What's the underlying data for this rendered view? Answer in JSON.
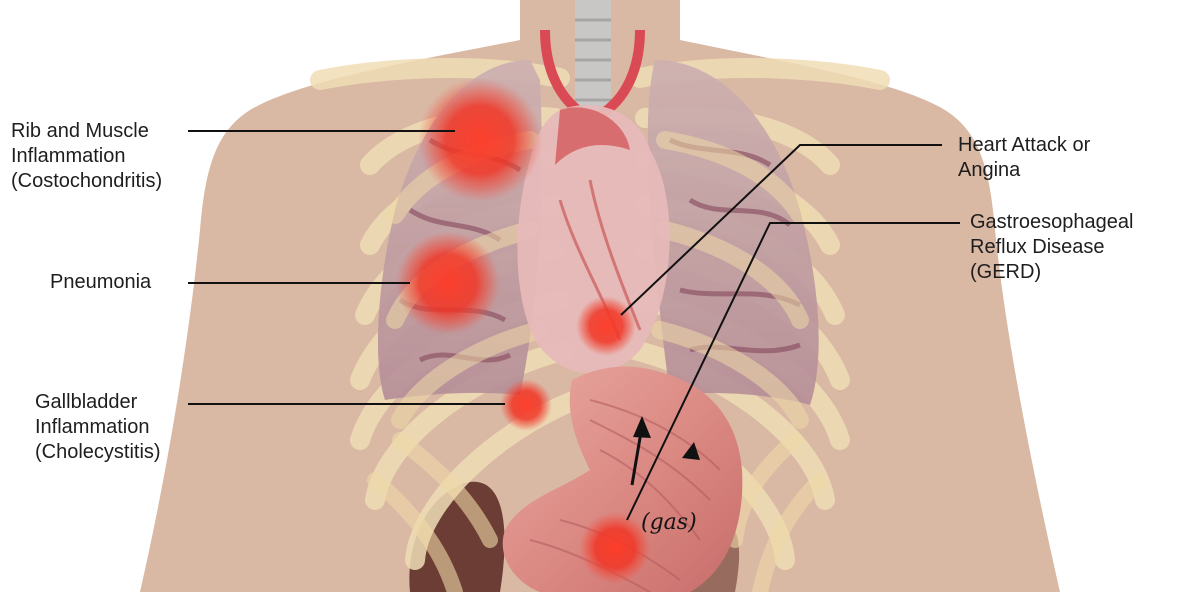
{
  "labels": {
    "rib_muscle": [
      "Rib and Muscle",
      "Inflammation",
      "(Costochondritis)"
    ],
    "pneumonia": [
      "Pneumonia"
    ],
    "gallbladder": [
      "Gallbladder",
      "Inflammation",
      "(Cholecystitis)"
    ],
    "heart_attack": [
      "Heart Attack or",
      "Angina"
    ],
    "gerd": [
      "Gastroesophageal",
      "Reflux Disease",
      "(GERD)"
    ],
    "gas": "(gas)"
  },
  "colors": {
    "skin": "#d9b8a4",
    "rib": "#f0ddb6",
    "lung": "#b9959a",
    "lung_vessel": "#8e5466",
    "heart": "#e7b9b9",
    "stomach": "#d98f8a",
    "liver": "#6b3d34",
    "trachea": "#c9c6c6",
    "pain_spot": "#f23a2a",
    "leader_line": "#111111"
  }
}
